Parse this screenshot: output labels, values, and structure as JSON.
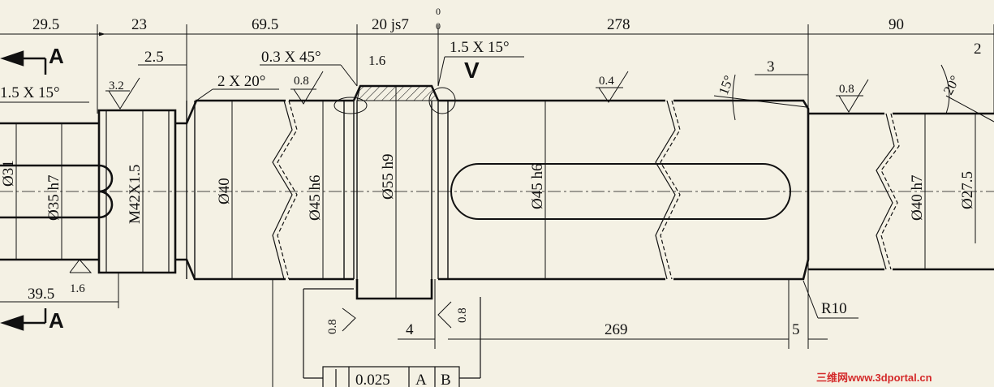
{
  "drawing": {
    "colors": {
      "background": "#f4f1e4",
      "line": "#111111",
      "watermark": "#d42a2a"
    },
    "section_markers": {
      "top": "A",
      "bottom": "A",
      "view": "V"
    },
    "top_dims": {
      "d1": "29.5",
      "d2": "23",
      "d3": "69.5",
      "d4": "20 js7",
      "d5": "278",
      "d6": "90",
      "d7": "2"
    },
    "tolerance_zero": "0",
    "chamfers": {
      "c1": "2.5",
      "c2": "0.3 X 45°",
      "c3": "1.6",
      "c4": "1.5 X 15°",
      "c5": "1.5 X 15°",
      "c6": "2 X 20°",
      "c7": "3"
    },
    "roughness": {
      "r1": "3.2",
      "r2": "0.8",
      "r3": "0.4",
      "r4": "0.8",
      "r5": "1.6",
      "r6": "0.8",
      "r7": "0.8"
    },
    "angles": {
      "a1": "15°",
      "a2": "20°"
    },
    "diameters": {
      "d31": "Ø31",
      "d35": "Ø35 h7",
      "thread": "M42X1.5",
      "d40": "Ø40",
      "d45a": "Ø45 h6",
      "d55": "Ø55 h9",
      "d45b": "Ø45 h6",
      "d40b": "Ø40 h7",
      "d27": "Ø27.5"
    },
    "bottom_dims": {
      "b1": "39.5",
      "b2": "4",
      "b3": "269",
      "b4": "5",
      "radius": "R10"
    },
    "tolerance_frame": {
      "value": "0.025",
      "datum1": "A",
      "datum2": "B"
    },
    "watermark": "三维网www.3dportal.cn"
  }
}
